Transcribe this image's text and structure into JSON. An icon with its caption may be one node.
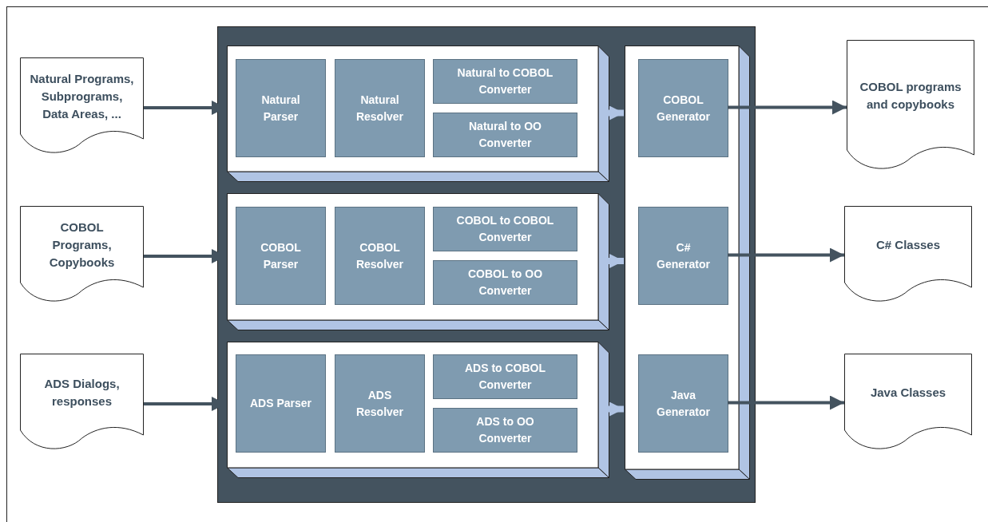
{
  "diagram": {
    "nodes": [
      {
        "text": [
          "Natural Programs, Subprograms, Data Areas, ..."
        ]
      },
      {
        "text": [
          "COBOL Programs, Copybooks"
        ]
      },
      {
        "text": [
          "ADS Dialogs, responses"
        ]
      },
      {
        "text": [],
        "shape": "box"
      },
      {
        "text": [],
        "shape": "box",
        "in": 3
      },
      {
        "text": [
          "Natural Parser"
        ],
        "in": 4
      },
      {
        "text": [
          "Natural Resolver"
        ],
        "in": 4
      },
      {
        "text": [
          "Natural to COBOL Converter"
        ],
        "in": 4
      },
      {
        "text": [
          "Natural to OO Converter"
        ],
        "in": 4
      },
      {
        "text": [],
        "shape": "box",
        "in": 3
      },
      {
        "text": [
          "COBOL Parser"
        ],
        "in": 9
      },
      {
        "text": [
          "COBOL Resolver"
        ],
        "in": 9
      },
      {
        "text": [
          "COBOL to COBOL Converter"
        ],
        "in": 9
      },
      {
        "text": [
          "COBOL to OO Converter"
        ],
        "in": 9
      },
      {
        "text": [],
        "shape": "box",
        "in": 3
      },
      {
        "text": [
          "ADS Parser"
        ],
        "in": 14
      },
      {
        "text": [
          "ADS Resolver"
        ],
        "in": 14
      },
      {
        "text": [
          "ADS to COBOL Converter"
        ],
        "in": 14
      },
      {
        "text": [
          "ADS to OO Converter"
        ],
        "in": 14
      },
      {
        "text": [],
        "shape": "box",
        "in": 3
      },
      {
        "text": [
          "COBOL Generator"
        ],
        "in": 19
      },
      {
        "text": [
          "C# Generator"
        ],
        "in": 19
      },
      {
        "text": [
          "Java Generator"
        ],
        "in": 19
      },
      {
        "text": [
          "COBOL programs and copybooks"
        ]
      },
      {
        "text": [
          "C# Classes"
        ]
      },
      {
        "text": [
          "Java Classes"
        ]
      }
    ],
    "edges": [
      {
        "from": 0,
        "to": 4,
        "arrow": "to"
      },
      {
        "from": 1,
        "to": 9,
        "arrow": "to"
      },
      {
        "from": 2,
        "to": 14,
        "arrow": "to"
      },
      {
        "from": 4,
        "to": 19,
        "arrow": "to",
        "style": "thick",
        "color": "#b0c4e4"
      },
      {
        "from": 9,
        "to": 19,
        "arrow": "to",
        "style": "thick",
        "color": "#b0c4e4"
      },
      {
        "from": 14,
        "to": 19,
        "arrow": "to",
        "style": "thick",
        "color": "#b0c4e4"
      },
      {
        "from": 20,
        "to": 23,
        "arrow": "to"
      },
      {
        "from": 21,
        "to": 24,
        "arrow": "to"
      },
      {
        "from": 22,
        "to": 25,
        "arrow": "to"
      }
    ]
  }
}
